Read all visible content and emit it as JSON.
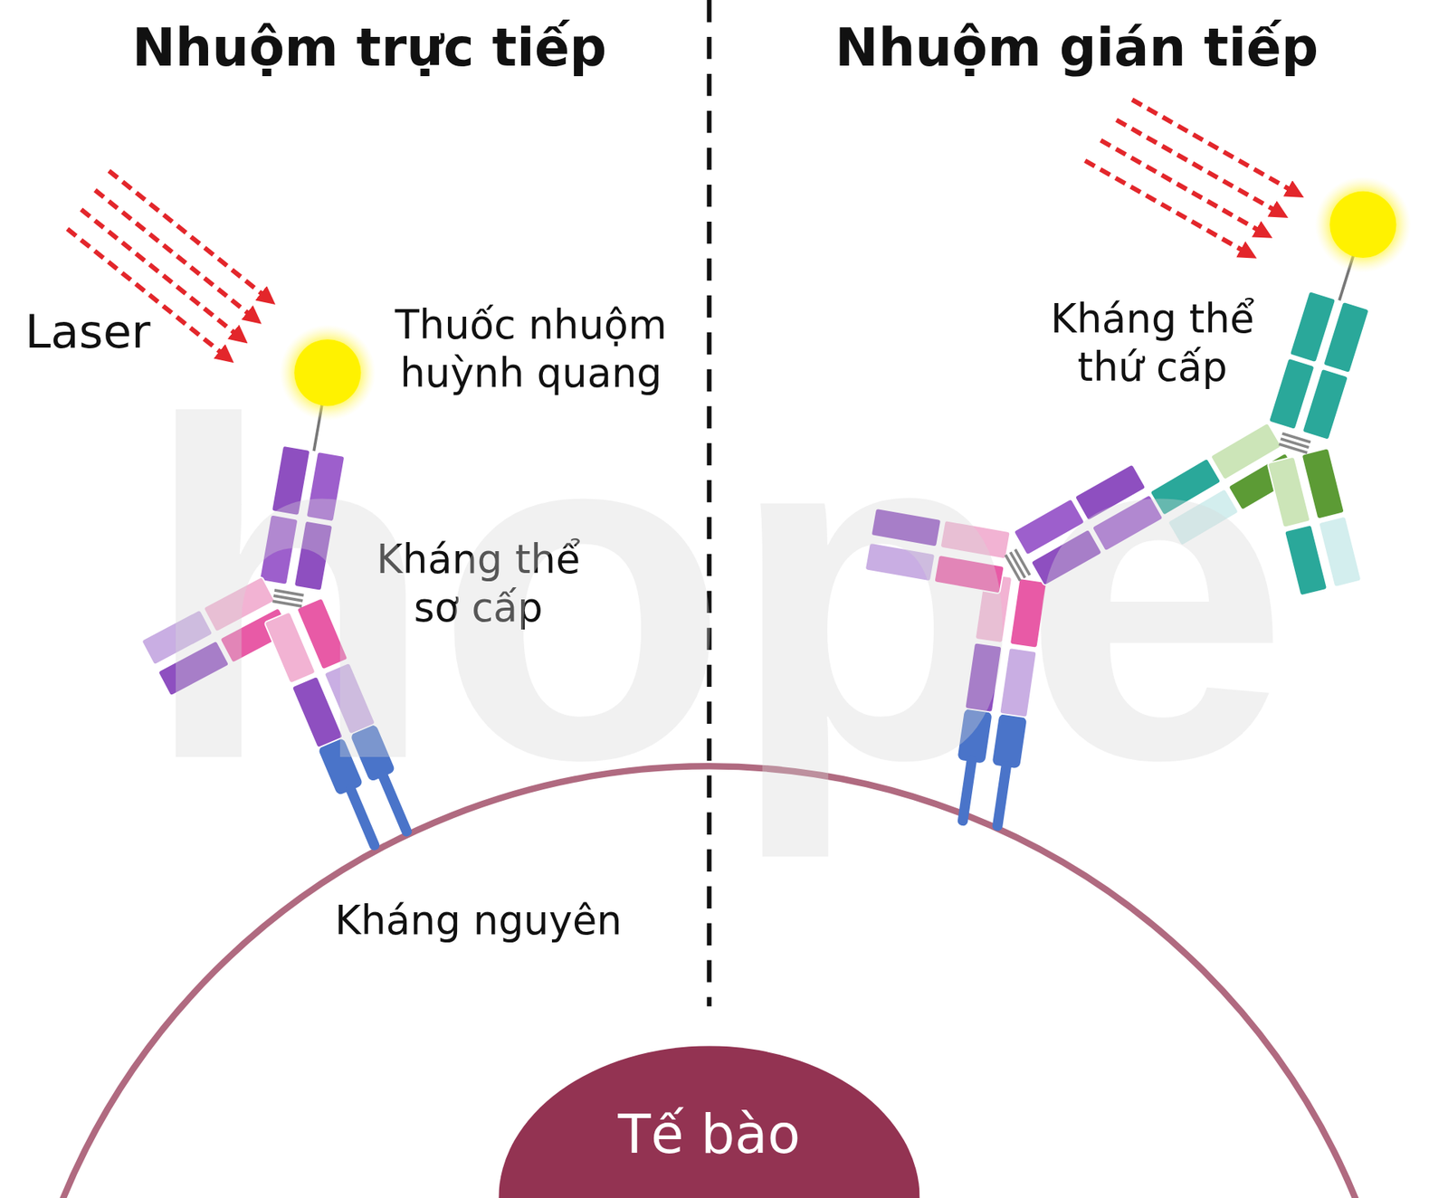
{
  "diagram": {
    "nodes": [
      {
        "text": [
          "Tế bào"
        ]
      }
    ],
    "labels": [
      "Nhuộm trực tiếp",
      "Nhuộm gián tiếp",
      "Laser",
      "Thuốc nhuộm huỳnh quang",
      "Kháng thể sơ cấp",
      "Kháng nguyên",
      "Kháng thể thứ cấp",
      "hope"
    ]
  }
}
